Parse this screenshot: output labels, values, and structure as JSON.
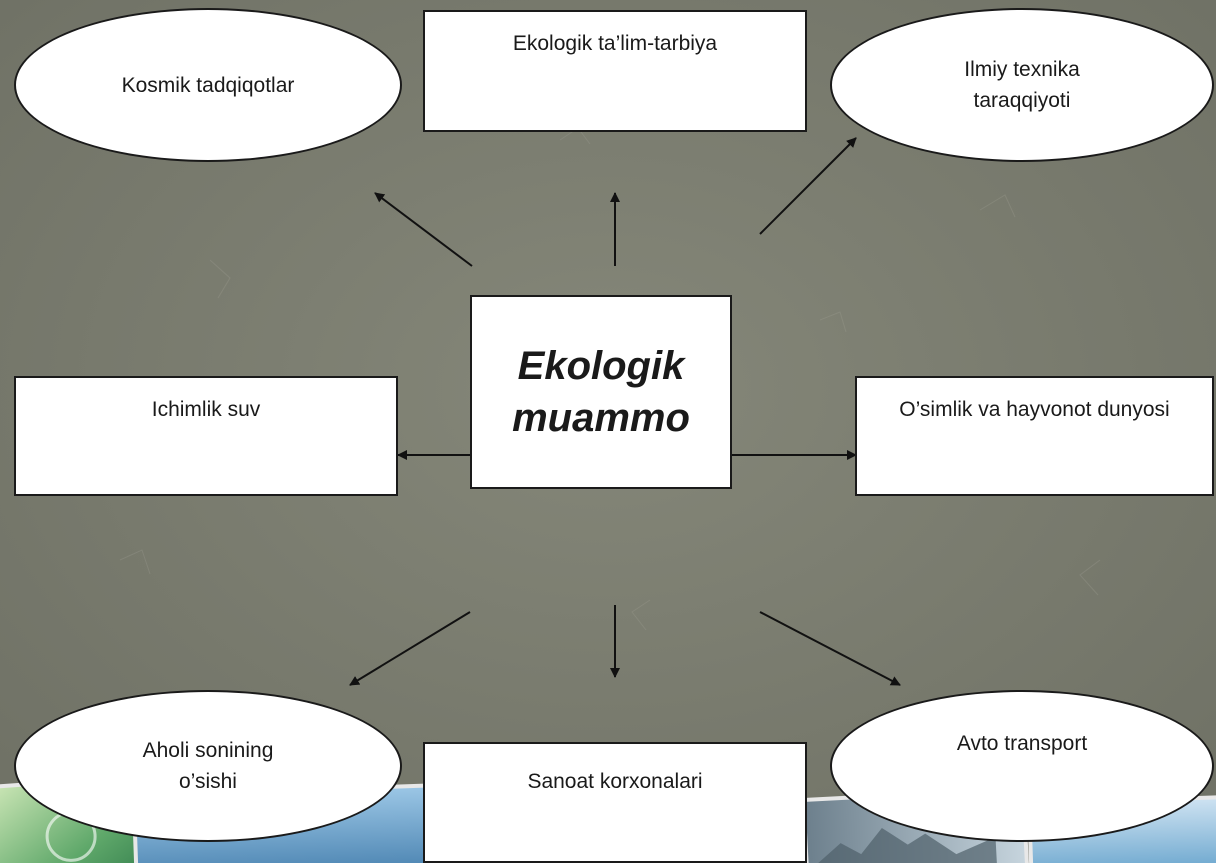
{
  "center": {
    "label": "Ekologik muammo"
  },
  "nodes": {
    "top_left": {
      "label": "Kosmik tadqiqotlar"
    },
    "top_center": {
      "label": "Ekologik ta’lim-tarbiya"
    },
    "top_right": {
      "label": "Ilmiy texnika taraqqiyoti"
    },
    "mid_left": {
      "label": "Ichimlik suv"
    },
    "mid_right": {
      "label": "O’simlik va hayvonot dunyosi"
    },
    "bottom_left": {
      "label": "Aholi sonining o’sishi"
    },
    "bottom_center": {
      "label": "Sanoat korxonalari"
    },
    "bottom_right": {
      "label": "Avto transport"
    }
  },
  "colors": {
    "background": "#7d7f72",
    "node_fill": "#ffffff",
    "node_border": "#1a1a1a",
    "arrow": "#111111",
    "photo_left": "#5fa86a",
    "photo_middle": "#5c96c2",
    "photo_right": "#8fb6d2"
  }
}
